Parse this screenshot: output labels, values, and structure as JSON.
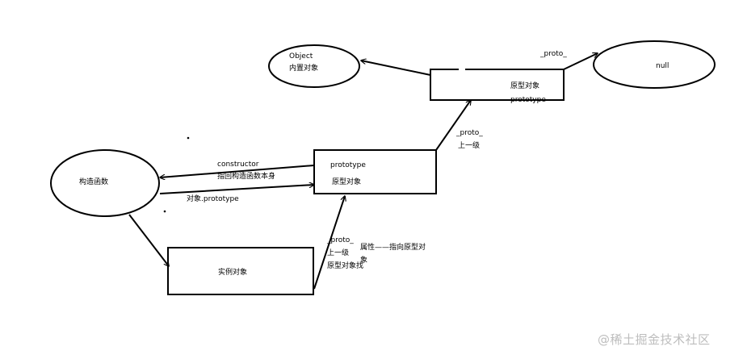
{
  "nodes": {
    "object": {
      "line1": "Object",
      "line2": "内置对象"
    },
    "null": {
      "label": "null"
    },
    "proto_top": {
      "line1": "原型对象",
      "line2": "prototype"
    },
    "constructor_fn": {
      "label": "构造函数"
    },
    "proto_mid": {
      "line1": "prototype",
      "line2": "原型对象"
    },
    "instance": {
      "label": "实例对象"
    }
  },
  "edges": {
    "to_null": "_proto_",
    "up_proto": "_proto_",
    "up_level": "上一级",
    "constructor": "constructor",
    "points_back": "指回构造函数本身",
    "obj_prototype": "对象.prototype",
    "inst_proto": "_proto_",
    "inst_up": "上一级",
    "inst_find": "原型对象找",
    "attr_note_1": "属性——指向原型对",
    "attr_note_2": "象"
  },
  "watermark": "@稀土掘金技术社区"
}
